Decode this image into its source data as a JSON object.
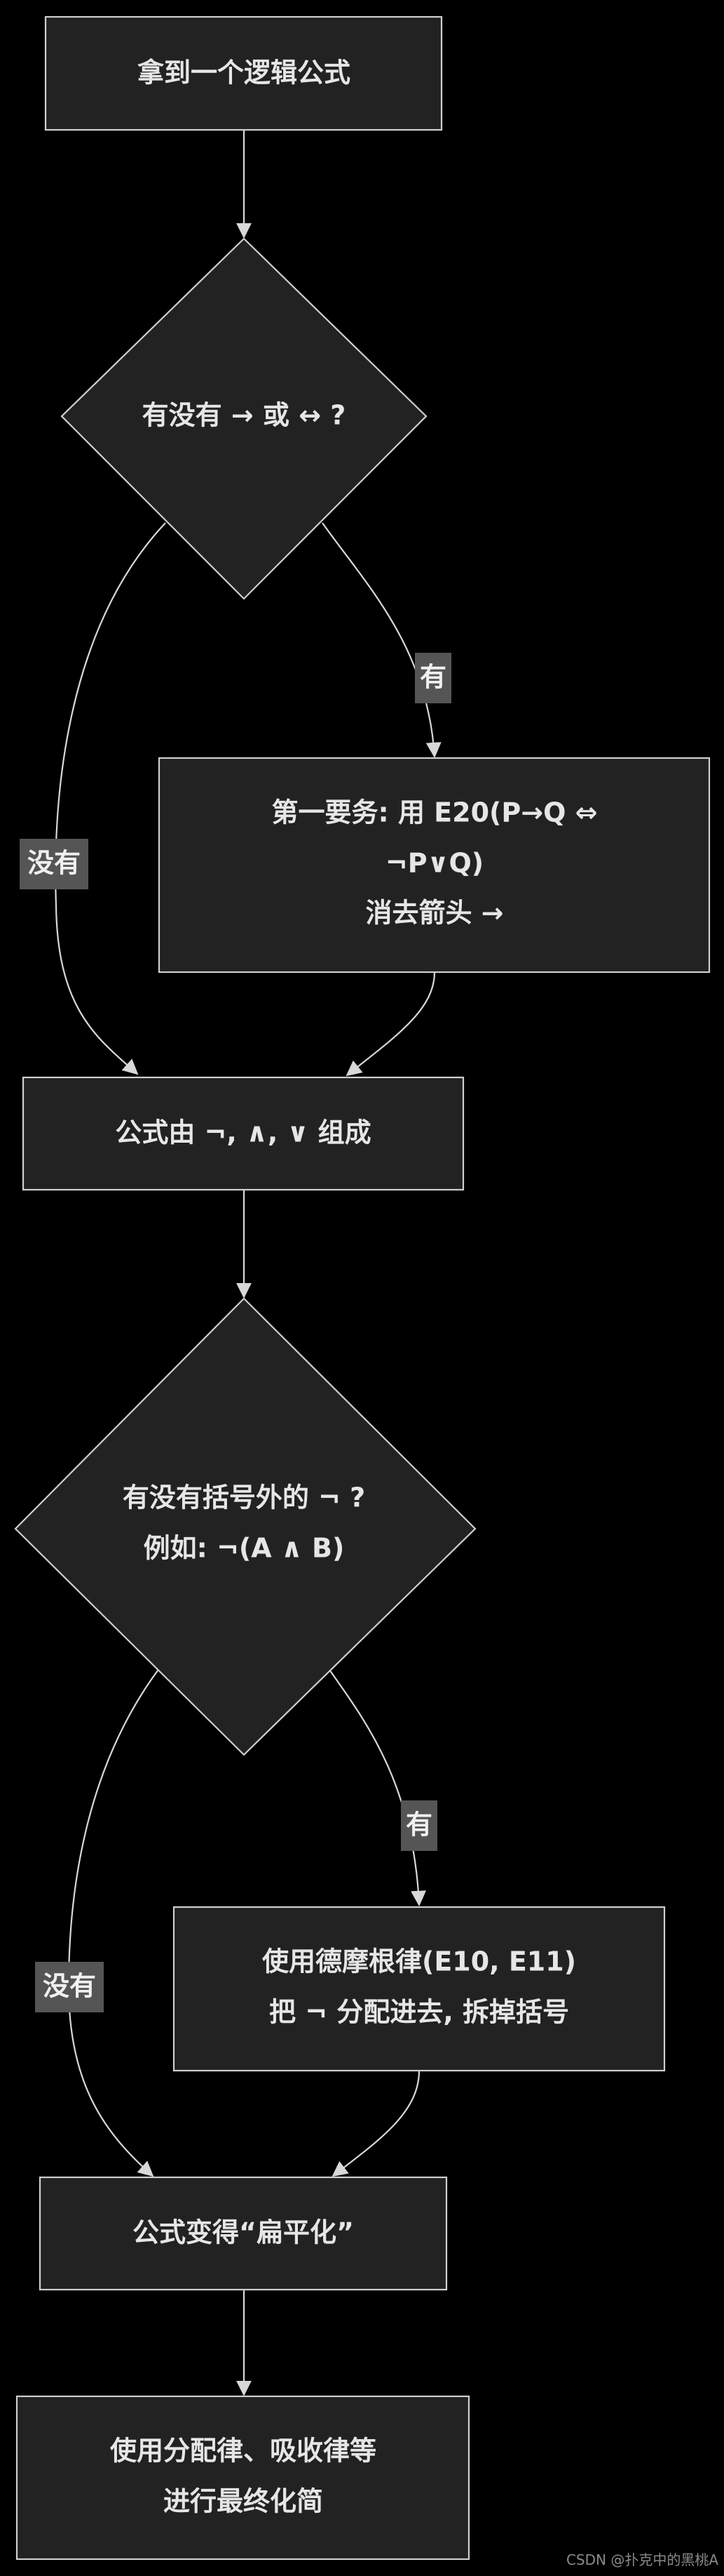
{
  "nodes": {
    "start": {
      "lines": [
        "拿到一个逻辑公式"
      ]
    },
    "decision1": {
      "lines": [
        "有没有 → 或 ↔ ?"
      ]
    },
    "step1": {
      "lines": [
        "第一要务: 用 E20(P→Q ⇔",
        "¬P∨Q)",
        "消去箭头 →"
      ]
    },
    "formula1": {
      "lines": [
        "公式由 ¬, ∧, ∨ 组成"
      ]
    },
    "decision2": {
      "lines": [
        "有没有括号外的 ¬ ?",
        "例如: ¬(A ∧ B)"
      ]
    },
    "step2": {
      "lines": [
        "使用德摩根律(E10, E11)",
        "把 ¬ 分配进去, 拆掉括号"
      ]
    },
    "formula2": {
      "lines": [
        "公式变得“扁平化”"
      ]
    },
    "end": {
      "lines": [
        "使用分配律、吸收律等",
        "进行最终化简"
      ]
    }
  },
  "edge_labels": {
    "d1_yes": "有",
    "d1_no": "没有",
    "d2_yes": "有",
    "d2_no": "没有"
  },
  "watermark": "CSDN @扑克中的黑桃A",
  "colors": {
    "background": "#000000",
    "node_fill": "#222222",
    "node_stroke": "#cfcfcf",
    "text": "#e6e6e6",
    "label_bg": "#555555"
  }
}
